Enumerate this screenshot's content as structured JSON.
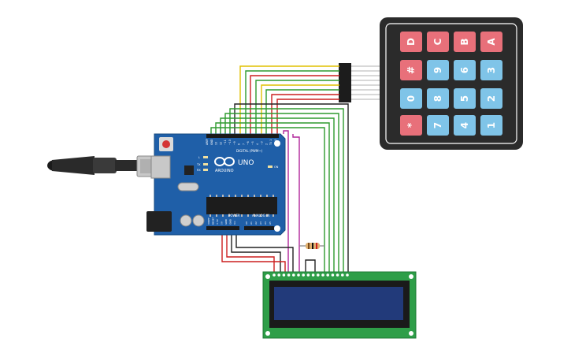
{
  "arduino": {
    "brand": "ARDUINO",
    "model": "UNO",
    "digital_header": "DIGITAL (PWM~)",
    "power_header": "POWER",
    "analog_header": "ANALOG IN",
    "led_l": "L",
    "led_tx": "TX",
    "led_rx": "RX",
    "on_label": "ON",
    "digital_pins": [
      "AREF",
      "GND",
      "13",
      "12",
      "~11",
      "~10",
      "~9",
      "8",
      "7",
      "~6",
      "~5",
      "4",
      "~3",
      "2",
      "TX 1",
      "RX 0"
    ],
    "power_pins": [
      "IOREF",
      "RESET",
      "3.3V",
      "5V",
      "GND",
      "GND",
      "Vin"
    ],
    "analog_pins": [
      "A0",
      "A1",
      "A2",
      "A3",
      "A4",
      "A5"
    ]
  },
  "keypad": {
    "keys": [
      [
        "1",
        "2",
        "3",
        "A"
      ],
      [
        "4",
        "5",
        "6",
        "B"
      ],
      [
        "7",
        "8",
        "9",
        "C"
      ],
      [
        "*",
        "0",
        "#",
        "D"
      ]
    ]
  },
  "colors": {
    "board": "#1f5fa8",
    "keypad_body": "#2b2b2b",
    "key_blue": "#7fc4e8",
    "key_red": "#e8707a",
    "lcd_pcb": "#2e9e48",
    "lcd_screen": "#223a7a",
    "wire_green": "#2e9a2e",
    "wire_yellow": "#e0c000",
    "wire_red": "#cc1f1f",
    "wire_black": "#222222",
    "wire_magenta": "#b0249a",
    "wire_orange": "#e07a10"
  }
}
